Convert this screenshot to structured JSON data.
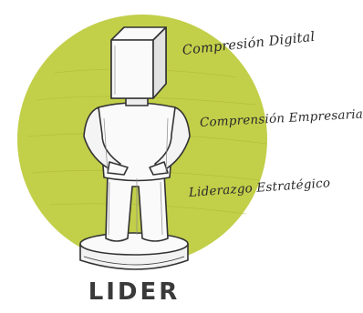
{
  "diagram": {
    "title": "LIDER",
    "competencies": [
      {
        "label": "Compresión Digital"
      },
      {
        "label": "Comprensión Empresarial"
      },
      {
        "label": "Liderazgo Estratégico"
      }
    ]
  },
  "colors": {
    "circle_fill": "#BDCB3A",
    "outline": "#333333",
    "figure_fill": "#FAFAFA",
    "shade": "#D9D9D9"
  },
  "icons": [
    "leader-figure-icon",
    "pedestal-icon"
  ]
}
